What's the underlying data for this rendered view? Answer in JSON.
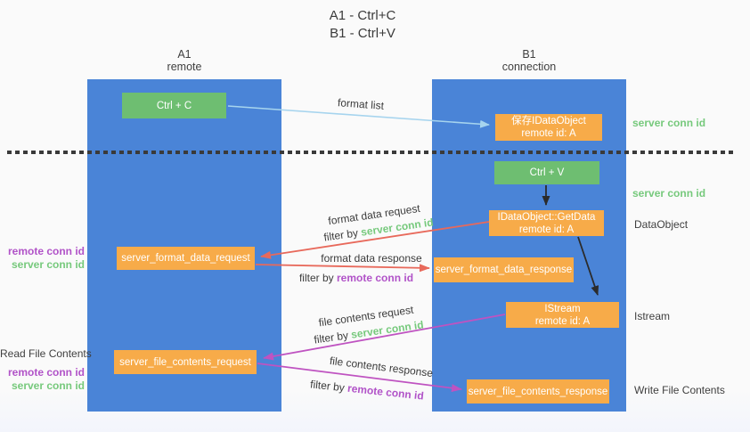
{
  "title": {
    "line1": "A1 - Ctrl+C",
    "line2": "B1 - Ctrl+V"
  },
  "columns": {
    "left": {
      "name": "A1",
      "subtitle": "remote"
    },
    "right": {
      "name": "B1",
      "subtitle": "connection"
    }
  },
  "boxes": {
    "ctrl_c": {
      "label": "Ctrl + C"
    },
    "ctrl_v": {
      "label": "Ctrl + V"
    },
    "save_dataobject": {
      "line1": "保存IDataObject",
      "line2": "remote id: A"
    },
    "getdata": {
      "line1": "IDataObject::GetData",
      "line2": "remote id: A"
    },
    "istream": {
      "line1": "IStream",
      "line2": "remote id: A"
    },
    "format_request": {
      "label": "server_format_data_request"
    },
    "format_response": {
      "label": "server_format_data_response"
    },
    "file_request": {
      "label": "server_file_contents_request"
    },
    "file_response": {
      "label": "server_file_contents_response"
    }
  },
  "arrow_labels": {
    "format_list": "format list",
    "format_data_request": "format data request",
    "format_data_response": "format data response",
    "file_contents_request": "file contents request",
    "file_contents_response": "file contents response",
    "filter_by": "filter by"
  },
  "terms": {
    "server_conn_id": "server conn id",
    "remote_conn_id": "remote conn id"
  },
  "side_labels": {
    "dataobject": "DataObject",
    "istream": "Istream",
    "read_file_contents": "Read File Contents",
    "write_file_contents": "Write File Contents"
  },
  "colors": {
    "lifeline_blue": "#4a84d7",
    "box_green": "#6ebe71",
    "box_orange": "#f7ab49",
    "arrow_blue": "#a6d4ee",
    "arrow_red": "#e8695b",
    "arrow_magenta": "#bf53c1",
    "arrow_black": "#2b2b2b",
    "term_green": "#76c97c",
    "term_purple": "#b153c8"
  }
}
